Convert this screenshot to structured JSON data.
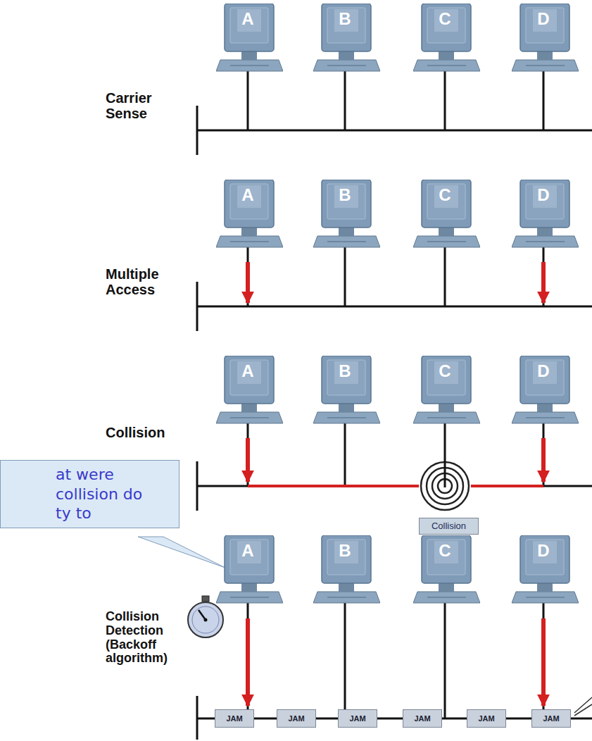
{
  "diagram": {
    "nodes": [
      {
        "text": [
          "A"
        ]
      },
      {
        "text": [
          "B"
        ]
      },
      {
        "text": [
          "C"
        ]
      },
      {
        "text": [
          "D"
        ]
      },
      {
        "text": [
          "A"
        ]
      },
      {
        "text": [
          "B"
        ]
      },
      {
        "text": [
          "C"
        ]
      },
      {
        "text": [
          "D"
        ]
      },
      {
        "text": [
          "A"
        ]
      },
      {
        "text": [
          "B"
        ]
      },
      {
        "text": [
          "C"
        ]
      },
      {
        "text": [
          "D"
        ]
      },
      {
        "text": [
          "Collision"
        ]
      },
      {
        "text": [
          "at were collision do ty to"
        ]
      },
      {
        "text": [
          "A"
        ]
      },
      {
        "text": [
          "B"
        ]
      },
      {
        "text": [
          "C"
        ]
      },
      {
        "text": [
          "D"
        ]
      },
      {
        "text": [
          "JAM"
        ]
      },
      {
        "text": [
          "JAM"
        ]
      },
      {
        "text": [
          "JAM"
        ]
      },
      {
        "text": [
          "JAM"
        ]
      },
      {
        "text": [
          "JAM"
        ]
      },
      {
        "text": [
          "JAM"
        ]
      }
    ],
    "labels": [
      "Carrier Sense",
      "Multiple Access",
      "Collision",
      "Collision Detection (Backoff algorithm)"
    ]
  }
}
